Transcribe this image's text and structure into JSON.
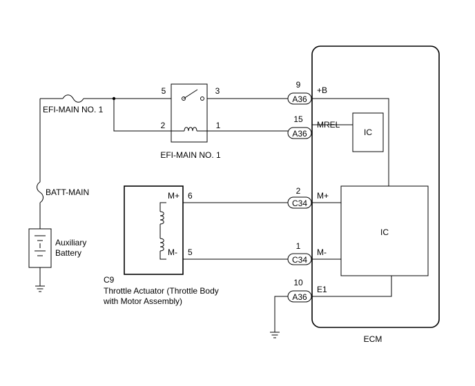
{
  "ecm": {
    "label": "ECM",
    "ic_upper": "IC",
    "ic_lower": "IC"
  },
  "pins": [
    {
      "num": "9",
      "connector": "A36",
      "signal": "+B"
    },
    {
      "num": "15",
      "connector": "A36",
      "signal": "MREL"
    },
    {
      "num": "2",
      "connector": "C34",
      "signal": "M+"
    },
    {
      "num": "1",
      "connector": "C34",
      "signal": "M-"
    },
    {
      "num": "10",
      "connector": "A36",
      "signal": "E1"
    }
  ],
  "fuses": {
    "efi_main": "EFI-MAIN NO. 1",
    "batt_main": "BATT-MAIN"
  },
  "relay": {
    "label": "EFI-MAIN NO. 1",
    "pins": [
      "5",
      "3",
      "2",
      "1"
    ]
  },
  "battery": {
    "line1": "Auxiliary",
    "line2": "Battery"
  },
  "actuator": {
    "code": "C9",
    "name_line1": "Throttle Actuator (Throttle Body",
    "name_line2": "with Motor Assembly)",
    "terminal_plus": "M+",
    "terminal_minus": "M-",
    "pin_plus": "6",
    "pin_minus": "5"
  }
}
